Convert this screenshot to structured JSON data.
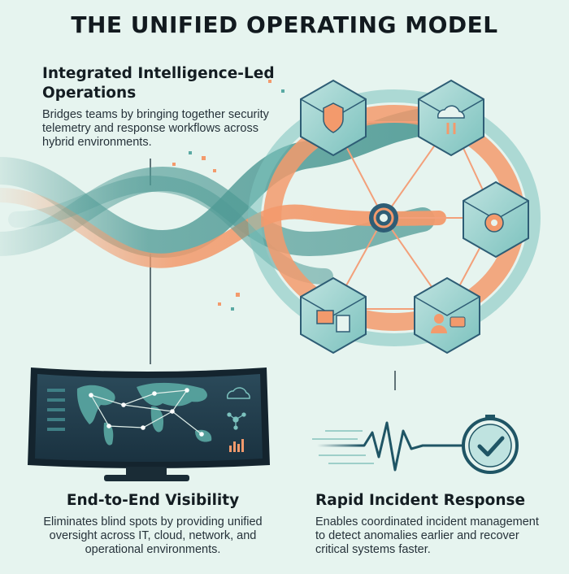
{
  "title": "THE UNIFIED OPERATING MODEL",
  "blocks": {
    "integrated": {
      "heading": "Integrated Intelligence-Led Operations",
      "body": "Bridges teams by bringing together security telemetry and response workflows across hybrid environments."
    },
    "visibility": {
      "heading": "End-to-End Visibility",
      "body": "Eliminates blind spots by providing unified oversight across IT, cloud, network, and operational environments."
    },
    "response": {
      "heading": "Rapid Incident Response",
      "body": "Enables coordinated incident management to detect anomalies earlier and recover critical systems faster."
    }
  },
  "colors": {
    "background": "#e6f4ef",
    "teal": "#5aa9a3",
    "orange": "#f39a6c",
    "navy": "#2e5d75",
    "screen": "#223d4c"
  },
  "icons": [
    "shield-gear-icon",
    "cloud-sync-icon",
    "gear-team-icon",
    "team-chat-icon",
    "window-chart-icon",
    "clock-check-icon",
    "network-icon"
  ]
}
